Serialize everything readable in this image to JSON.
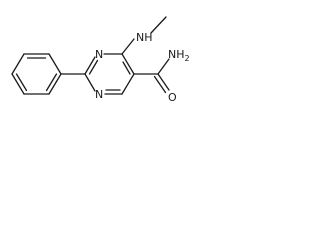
{
  "structure": {
    "labels": {
      "amine": "NH",
      "amide_n": "NH",
      "amide_n_subscript": "2",
      "amide_o": "O",
      "ring_n1": "N",
      "ring_n3": "N"
    },
    "bond_color": "#1a1a1a",
    "label_color": "#1a1a1a"
  }
}
